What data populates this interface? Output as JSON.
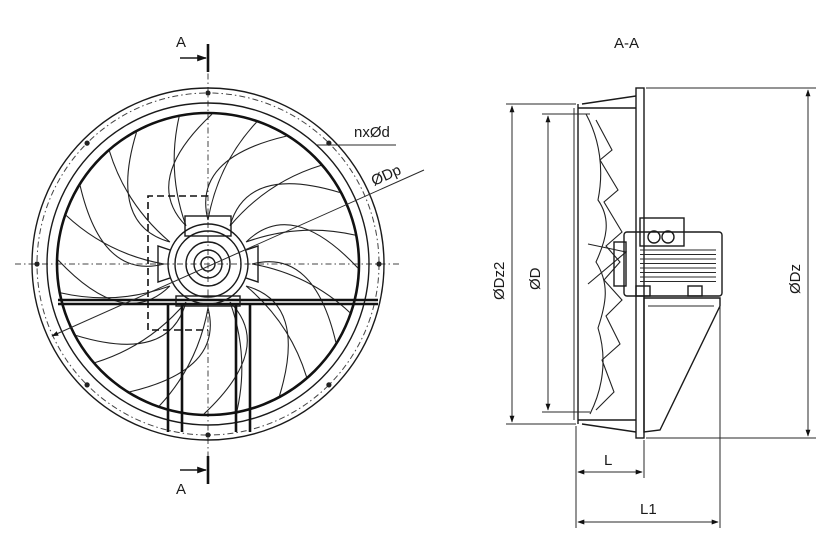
{
  "labels": {
    "section_top": "A",
    "section_bottom": "A",
    "section_view_title": "A-A",
    "holes": "nxØd",
    "pitch_diameter": "ØDp",
    "diameter_dz2": "ØDz2",
    "diameter_d": "ØD",
    "diameter_dz": "ØDz",
    "length_l": "L",
    "length_l1": "L1"
  },
  "front_view": {
    "blade_count": 12,
    "bolt_hole_count": 8
  }
}
